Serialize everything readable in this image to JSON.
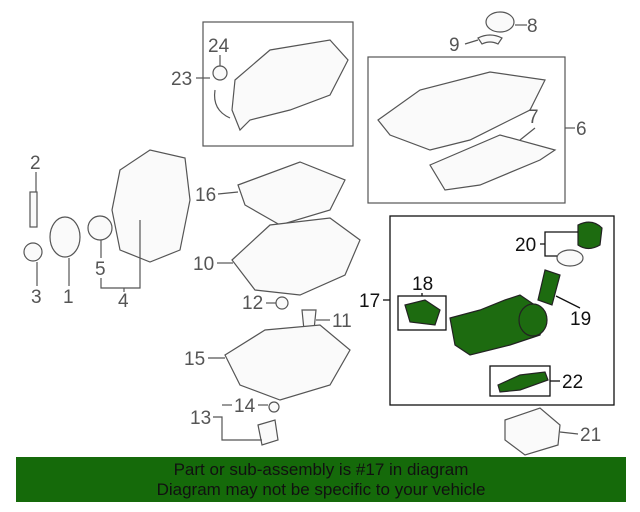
{
  "diagram": {
    "callouts": {
      "c1": "1",
      "c2": "2",
      "c3": "3",
      "c4": "4",
      "c5": "5",
      "c6": "6",
      "c7": "7",
      "c8": "8",
      "c9": "9",
      "c10": "10",
      "c11": "11",
      "c12": "12",
      "c13": "13",
      "c14": "14",
      "c15": "15",
      "c16": "16",
      "c17": "17",
      "c18": "18",
      "c19": "19",
      "c20": "20",
      "c21": "21",
      "c22": "22",
      "c23": "23",
      "c24": "24"
    },
    "highlight_color": "#1d6b10"
  },
  "banner": {
    "line1": "Part or sub-assembly is #17 in diagram",
    "line2": "Diagram may not be specific to your vehicle",
    "color": "#156a0a"
  }
}
